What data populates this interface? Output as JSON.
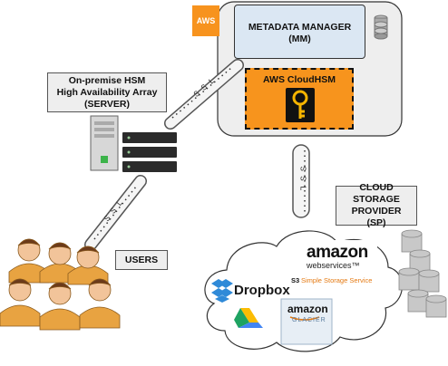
{
  "aws_badge": "AWS",
  "metadata_manager": {
    "line1": "METADATA MANAGER",
    "line2": "(MM)"
  },
  "cloudhsm": {
    "title": "AWS CloudHSM"
  },
  "onprem_hsm": {
    "line1": "On-premise HSM",
    "line2": "High Availability Array",
    "line3": "(SERVER)"
  },
  "users": {
    "label": "USERS"
  },
  "cloud_storage": {
    "line1": "CLOUD STORAGE",
    "line2": "PROVIDER",
    "line3": "(SP)"
  },
  "tunnels": {
    "top": "S S L",
    "right": "S S L",
    "bottom": "S S L"
  },
  "providers": {
    "amazon_s3": {
      "logo": "amazon",
      "sub": "webservices™",
      "s3_tag": "S3",
      "s3_text": "Simple Storage Service"
    },
    "dropbox": {
      "name": "Dropbox"
    },
    "glacier": {
      "logo": "amazon",
      "sub": "GLACIER"
    },
    "drive": {
      "icon": "google-drive"
    }
  },
  "colors": {
    "aws_orange": "#f7941d",
    "mm_blue": "#dbe7f3",
    "label_gray": "#eeeeee",
    "user_orange": "#e8a341"
  }
}
